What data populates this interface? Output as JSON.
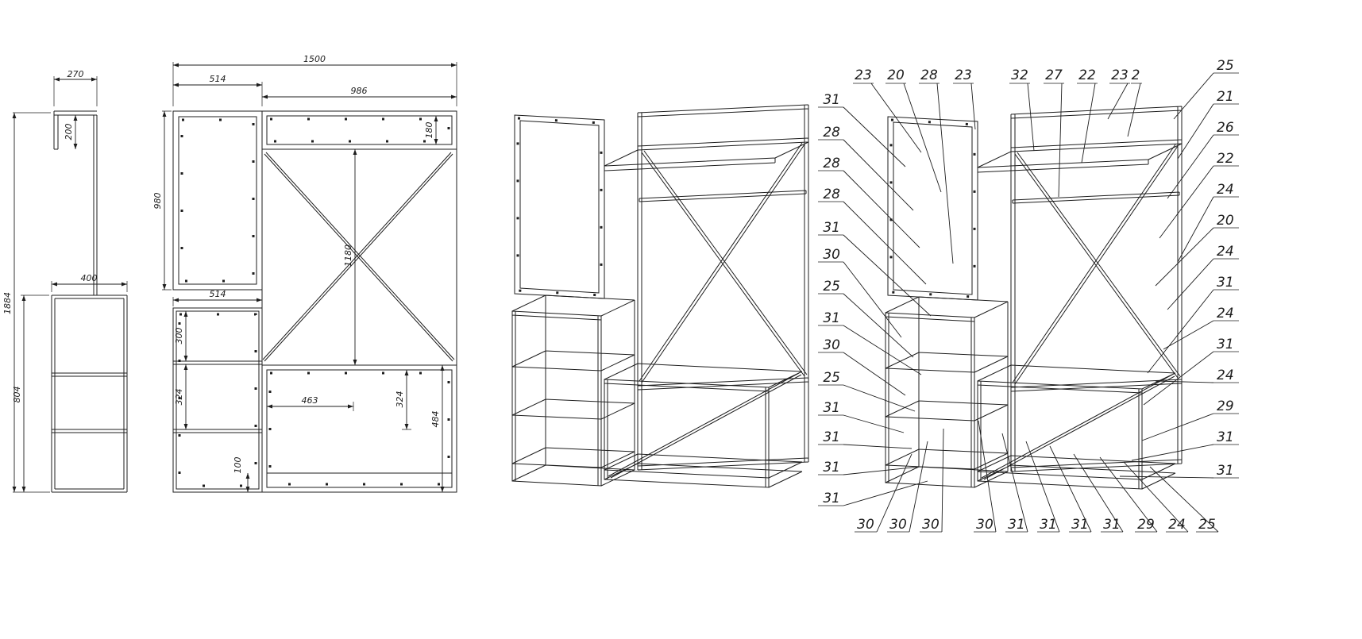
{
  "drawing": {
    "background": "#ffffff",
    "line_color": "#1d1d1d"
  },
  "side_view": {
    "dims": {
      "top_width": "270",
      "top_drop": "200",
      "total_height": "1884",
      "cabinet_depth": "400",
      "cabinet_height": "804"
    }
  },
  "front_view": {
    "dims": {
      "total_width": "1500",
      "mirror_width": "514",
      "right_section_width": "986",
      "top_shelf_height": "180",
      "mirror_height": "980",
      "cross_panel_height": "1180",
      "cabinet_width": "514",
      "cabinet_top_gap": "300",
      "cabinet_shelf_gap": "324",
      "bench_inner_width": "463",
      "bench_shelf_gap": "324",
      "bench_height": "484",
      "plinth_height": "100"
    }
  },
  "iso": {
    "callouts": {
      "top": [
        "23",
        "20",
        "28",
        "23",
        "32",
        "27",
        "22",
        "23",
        "2"
      ],
      "left": [
        "31",
        "28",
        "28",
        "28",
        "31",
        "30",
        "25",
        "31",
        "30",
        "25",
        "31",
        "31",
        "31",
        "31"
      ],
      "right": [
        "25",
        "21",
        "26",
        "22",
        "24",
        "20",
        "24",
        "31",
        "24",
        "31",
        "24",
        "29",
        "31",
        "31"
      ],
      "bottom": [
        "30",
        "30",
        "30",
        "30",
        "31",
        "31",
        "31",
        "31",
        "29",
        "24",
        "25"
      ]
    }
  }
}
